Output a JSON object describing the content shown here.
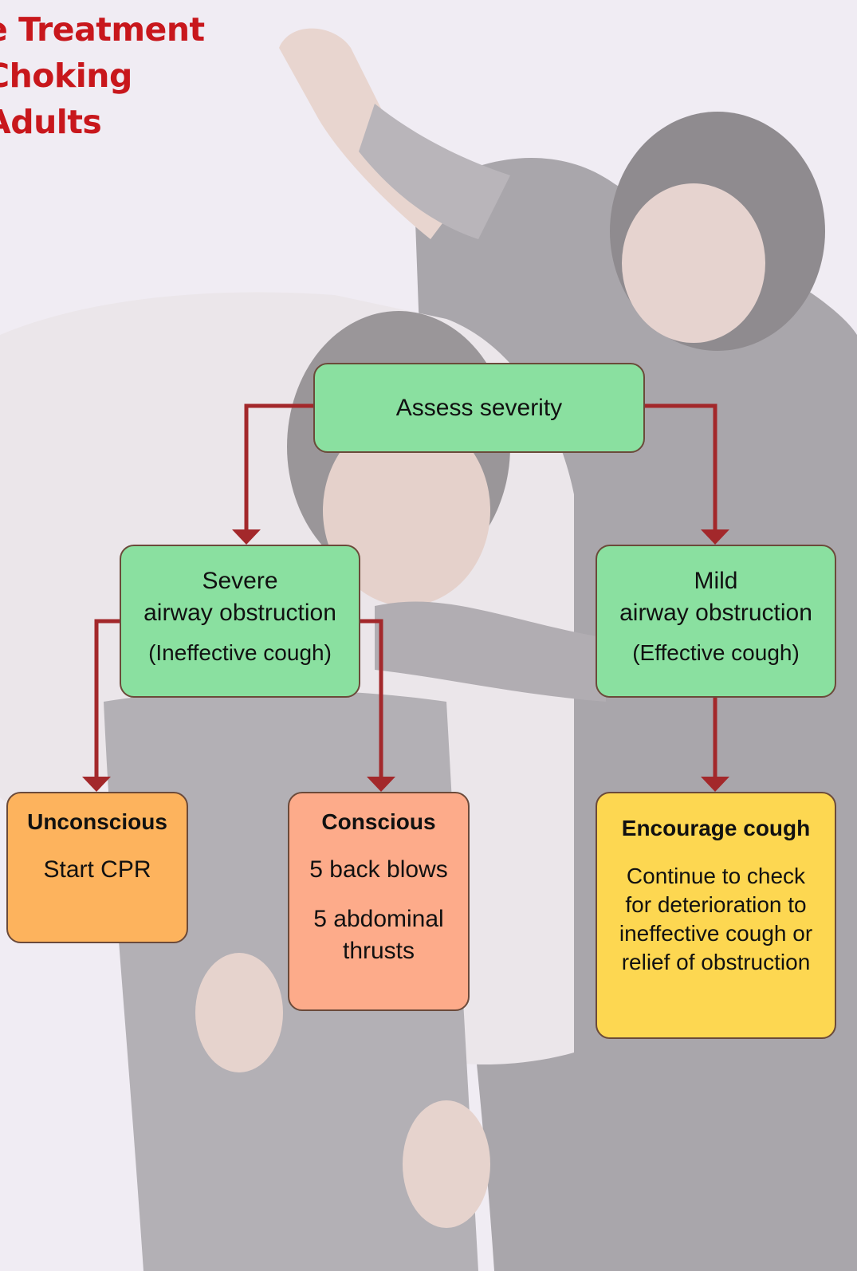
{
  "title": [
    "e Treatment",
    "Choking",
    "Adults"
  ],
  "colors": {
    "title": "#c8171c",
    "arrow": "#a3282b",
    "box_green": "#8ae0a0",
    "box_orange": "#fdb35d",
    "box_salmon": "#fdab8a",
    "box_yellow": "#fdd751",
    "background": "#f0ecf3"
  },
  "nodes": {
    "assess": {
      "label": "Assess severity"
    },
    "severe": {
      "line1": "Severe",
      "line2": "airway obstruction",
      "note": "(Ineffective cough)"
    },
    "mild": {
      "line1": "Mild",
      "line2": "airway obstruction",
      "note": "(Effective cough)"
    },
    "unconscious": {
      "heading": "Unconscious",
      "action": "Start CPR"
    },
    "conscious": {
      "heading": "Conscious",
      "action1": "5 back blows",
      "action2": "5 abdominal thrusts"
    },
    "encourage": {
      "heading": "Encourage cough",
      "body": "Continue to check for deterioration to ineffective cough or relief of obstruction"
    }
  }
}
